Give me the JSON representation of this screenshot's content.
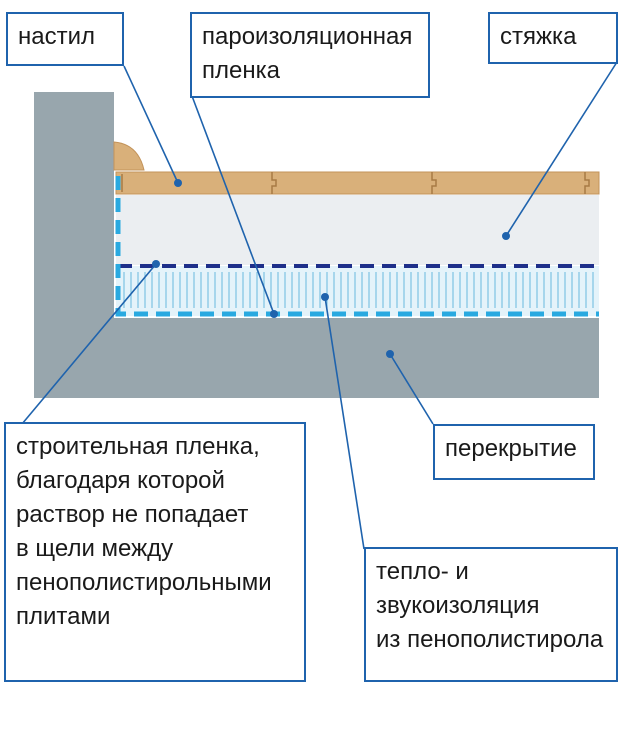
{
  "labels": {
    "nastil": "настил",
    "vapor_barrier": [
      "пароизоляционная",
      "пленка"
    ],
    "screed": "стяжка",
    "construction_film": [
      "строительная пленка,",
      "благодаря которой",
      "раствор не попадает",
      "в щели между",
      "пенополистирольными",
      "плитами"
    ],
    "slab": "перекрытие",
    "insulation": [
      "тепло- и",
      "звукоизоляция",
      "из пенополистирола"
    ]
  },
  "colors": {
    "border": "#1f63ad",
    "leader": "#1f63ad",
    "wall": "#98a6ad",
    "wood": "#d9b07a",
    "screed": "#ebeef1",
    "insulation": "#e4f3fa",
    "vapor_dashes": "#1e2f8a",
    "film_dashes": "#29a9e0"
  }
}
